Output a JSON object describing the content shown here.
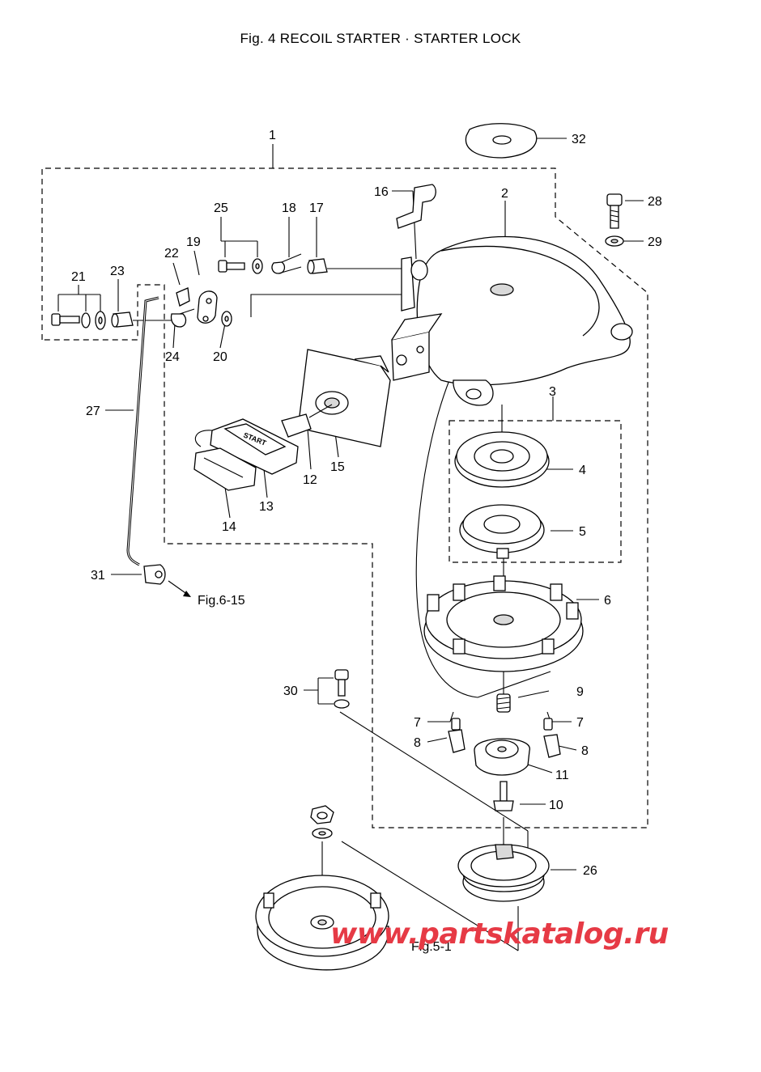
{
  "header": {
    "title": "Fig. 4    RECOIL STARTER · STARTER LOCK"
  },
  "callouts": {
    "c1": "1",
    "c2": "2",
    "c3": "3",
    "c4": "4",
    "c5": "5",
    "c6": "6",
    "c7a": "7",
    "c7b": "7",
    "c8a": "8",
    "c8b": "8",
    "c9": "9",
    "c10": "10",
    "c11": "11",
    "c12": "12",
    "c13": "13",
    "c14": "14",
    "c15": "15",
    "c16": "16",
    "c17": "17",
    "c18": "18",
    "c19": "19",
    "c20": "20",
    "c21": "21",
    "c22": "22",
    "c23": "23",
    "c24": "24",
    "c25": "25",
    "c26": "26",
    "c27": "27",
    "c28": "28",
    "c29": "29",
    "c30": "30",
    "c31": "31",
    "c32": "32"
  },
  "references": {
    "fig6": "Fig.6-15",
    "fig5": "Fig.5-1"
  },
  "handle_text": "START",
  "watermark": "www.partskatalog.ru",
  "colors": {
    "watermark": "#e63a45",
    "line": "#000000",
    "background": "#ffffff"
  }
}
